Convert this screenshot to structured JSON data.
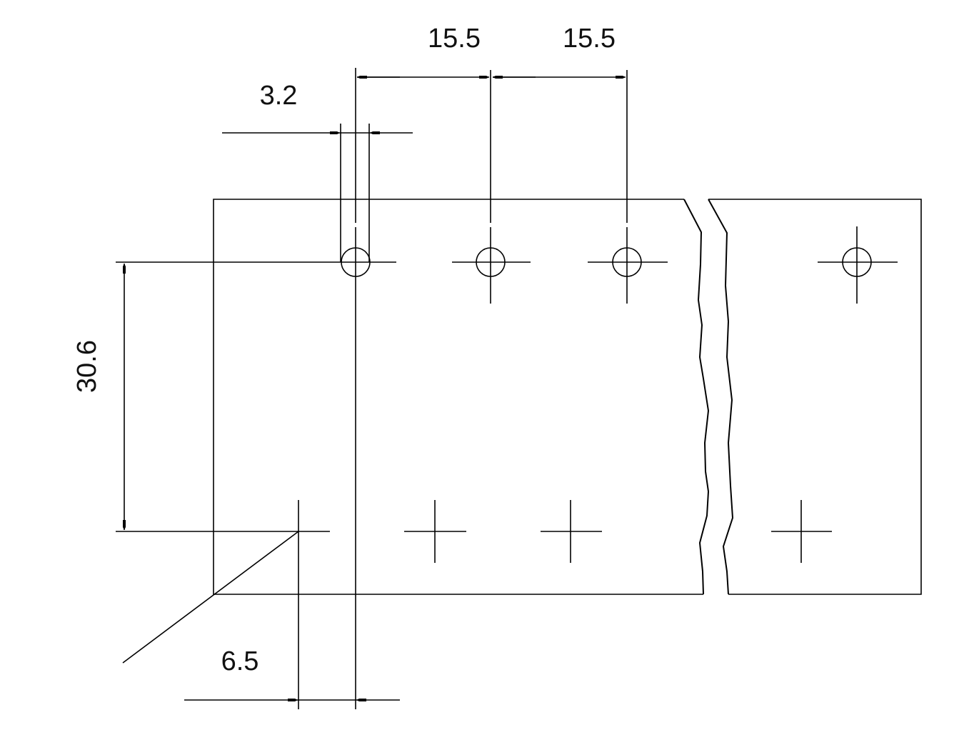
{
  "drawing": {
    "dimensions": {
      "pitch_1": "15.5",
      "pitch_2": "15.5",
      "hole_diameter": "3.2",
      "row_spacing": "30.6",
      "edge_offset": "6.5"
    },
    "colors": {
      "line": "#000000",
      "background": "#ffffff"
    }
  }
}
